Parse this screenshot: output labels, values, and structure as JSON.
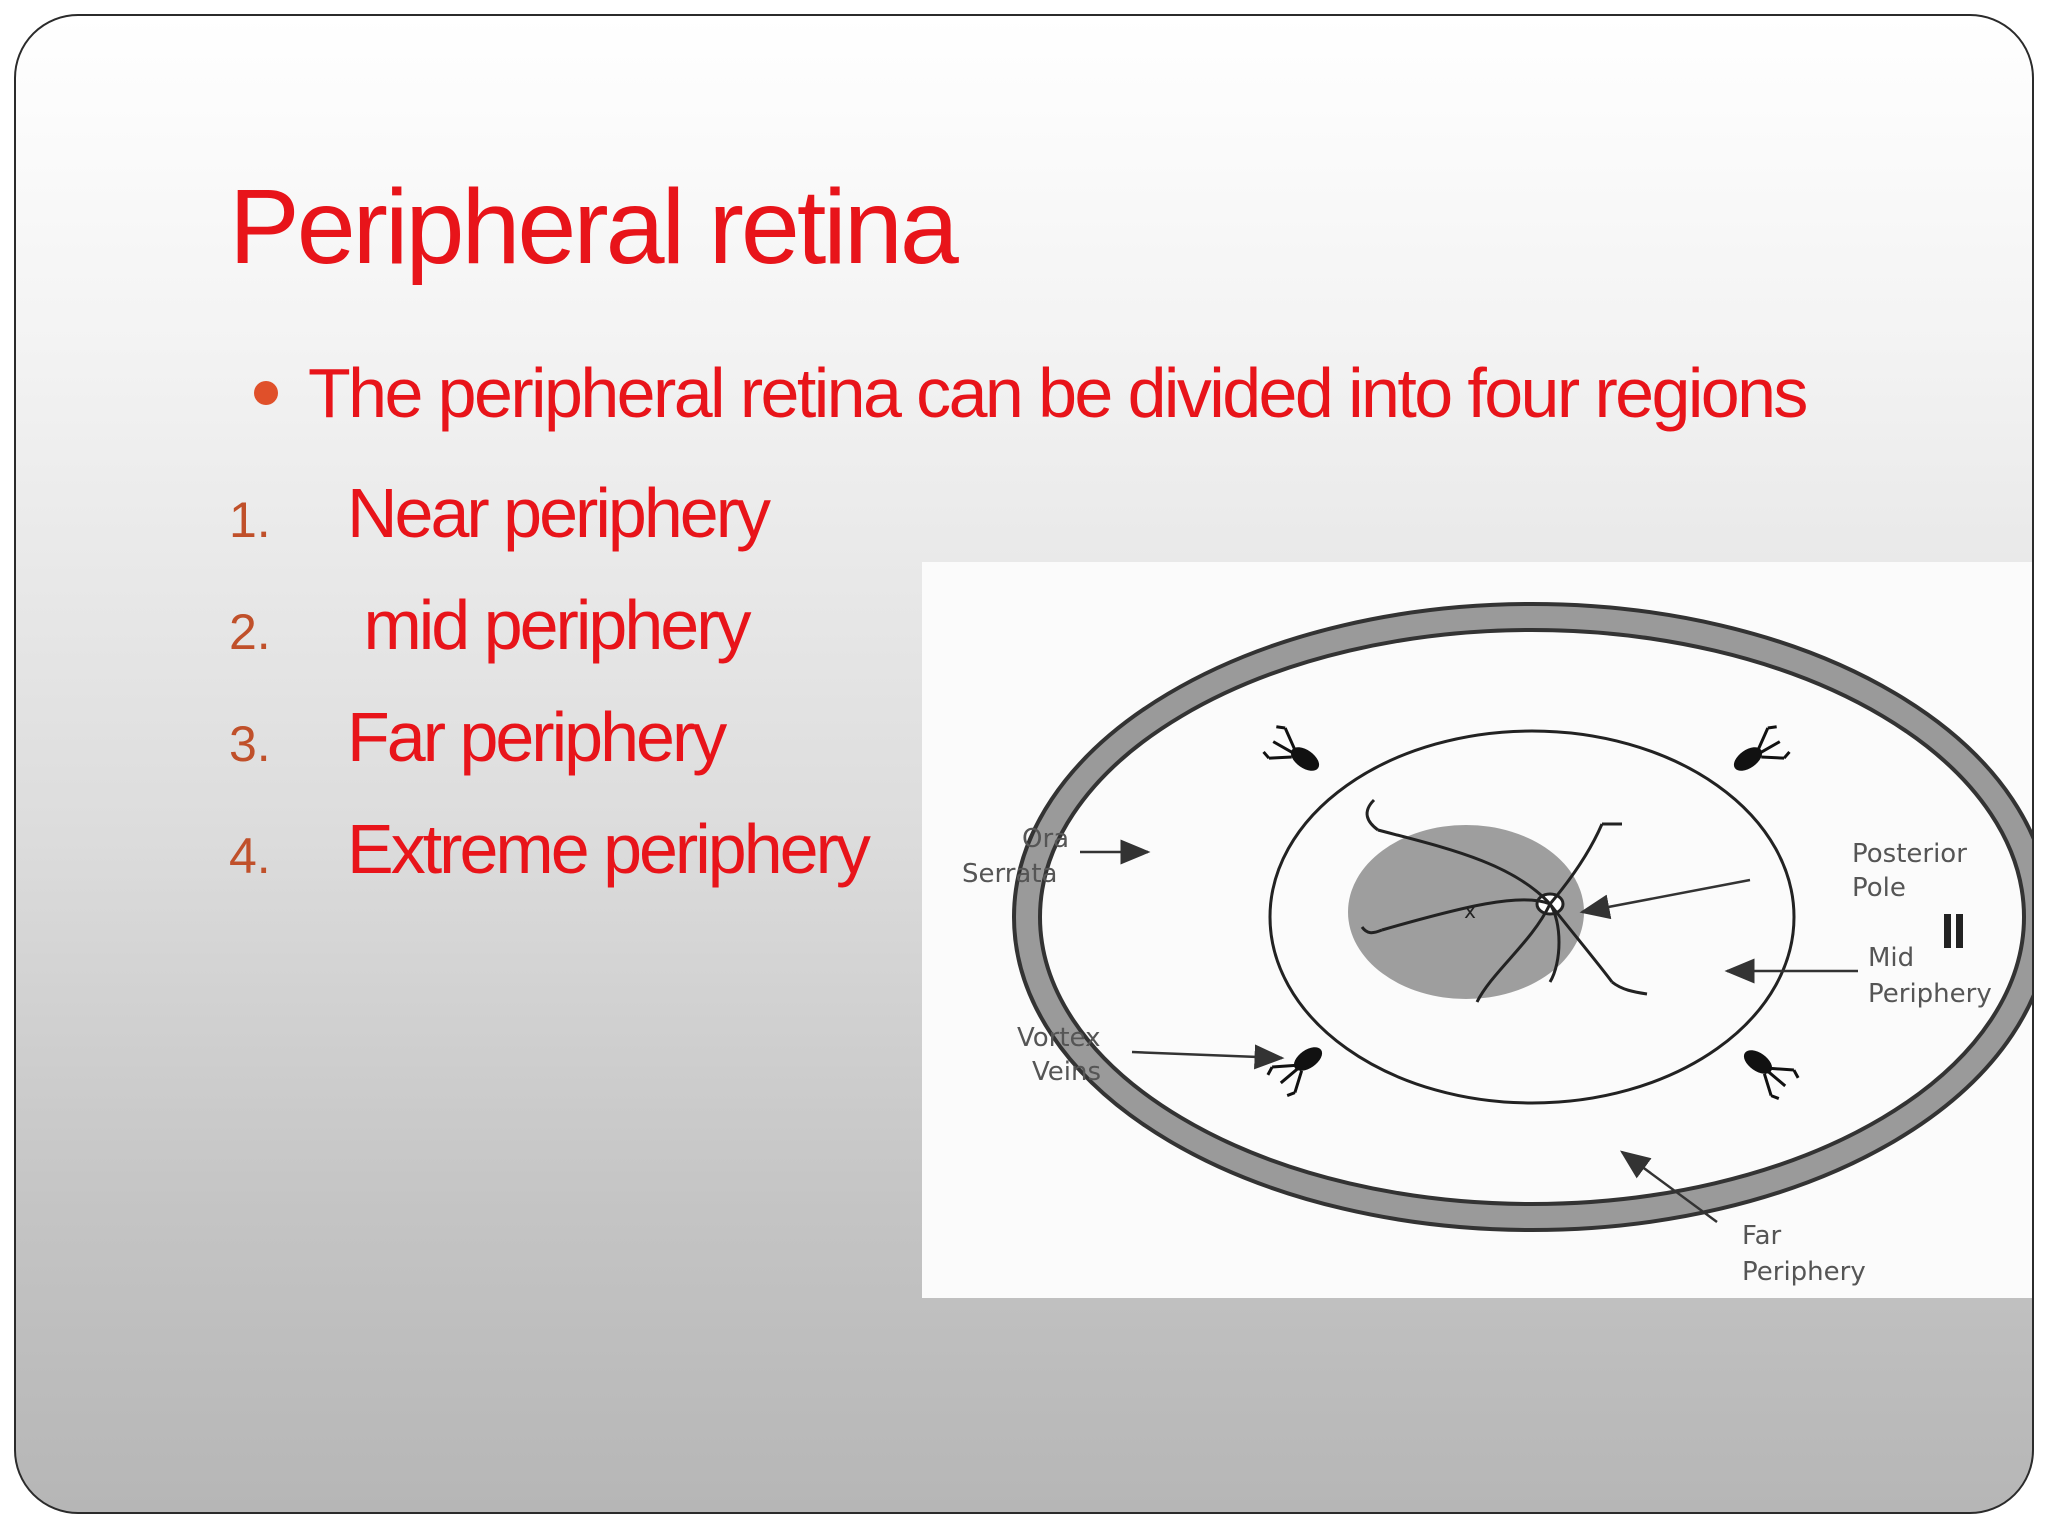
{
  "slide": {
    "title": "Peripheral retina",
    "intro": "The peripheral retina can be divided into four  regions",
    "regions": [
      {
        "number": "1.",
        "label": "Near periphery"
      },
      {
        "number": "2.",
        "label": " mid periphery"
      },
      {
        "number": "3.",
        "label": "Far periphery"
      },
      {
        "number": "4.",
        "label": "Extreme periphery"
      }
    ]
  },
  "diagram": {
    "labels": {
      "ora_serrata_1": "Ora",
      "ora_serrata_2": "Serrata",
      "posterior_pole_1": "Posterior",
      "posterior_pole_2": "Pole",
      "mid_periphery_1": "Mid",
      "mid_periphery_2": "Periphery",
      "vortex_veins_1": "Vortex",
      "vortex_veins_2": "Veins",
      "far_periphery_1": "Far",
      "far_periphery_2": "Periphery",
      "center_mark": "x"
    }
  },
  "colors": {
    "title": "#e8141a",
    "number": "#c0502a",
    "bullet": "#e0502a"
  }
}
